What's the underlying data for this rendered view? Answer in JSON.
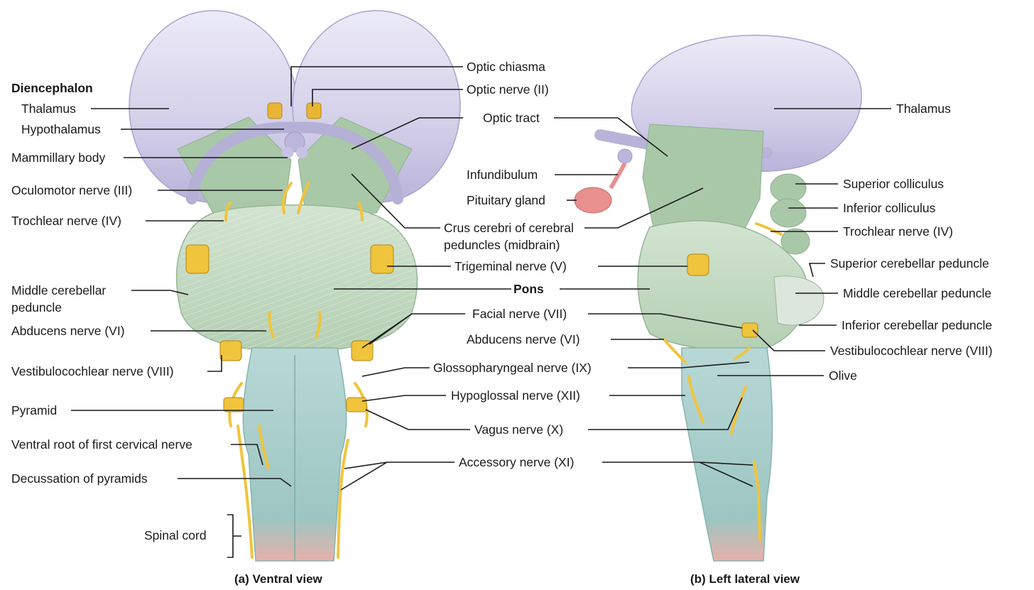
{
  "ventral": {
    "diencephalon_heading": "Diencephalon",
    "thalamus": "Thalamus",
    "hypothalamus": "Hypothalamus",
    "mammillary_body": "Mammillary body",
    "oculomotor": "Oculomotor nerve (III)",
    "trochlear": "Trochlear nerve (IV)",
    "middle_cerebellar_1": "Middle cerebellar",
    "middle_cerebellar_2": "peduncle",
    "abducens": "Abducens nerve (VI)",
    "vestibulocochlear": "Vestibulocochlear nerve (VIII)",
    "pyramid": "Pyramid",
    "ventral_root": "Ventral root of first cervical nerve",
    "decussation": "Decussation of pyramids",
    "spinal_cord": "Spinal cord",
    "caption": "(a) Ventral view"
  },
  "center": {
    "optic_chiasma": "Optic chiasma",
    "optic_nerve": "Optic nerve (II)",
    "optic_tract": "Optic tract",
    "infundibulum": "Infundibulum",
    "pituitary": "Pituitary gland",
    "crus_1": "Crus cerebri of cerebral",
    "crus_2": "peduncles (midbrain)",
    "trigeminal": "Trigeminal nerve (V)",
    "pons": "Pons",
    "facial": "Facial nerve (VII)",
    "abducens": "Abducens nerve (VI)",
    "glossopharyngeal": "Glossopharyngeal nerve (IX)",
    "hypoglossal": "Hypoglossal nerve (XII)",
    "vagus": "Vagus nerve (X)",
    "accessory": "Accessory nerve (XI)"
  },
  "lateral": {
    "thalamus": "Thalamus",
    "superior_colliculus": "Superior colliculus",
    "inferior_colliculus": "Inferior colliculus",
    "trochlear": "Trochlear nerve (IV)",
    "superior_cerebellar": "Superior cerebellar peduncle",
    "middle_cerebellar": "Middle cerebellar peduncle",
    "inferior_cerebellar": "Inferior cerebellar peduncle",
    "vestibulocochlear": "Vestibulocochlear nerve (VIII)",
    "olive": "Olive",
    "caption": "(b) Left lateral view"
  },
  "colors": {
    "thalamus": "#d4d0ea",
    "midbrain_green": "#a9c8a8",
    "pons_green": "#c4d8c4",
    "medulla_blue": "#a8cccb",
    "spinal_pink": "#e9b4ae",
    "nerve_yellow": "#f0c43c",
    "pituitary": "#e8908e",
    "leader_line": "#1a1a1a"
  }
}
